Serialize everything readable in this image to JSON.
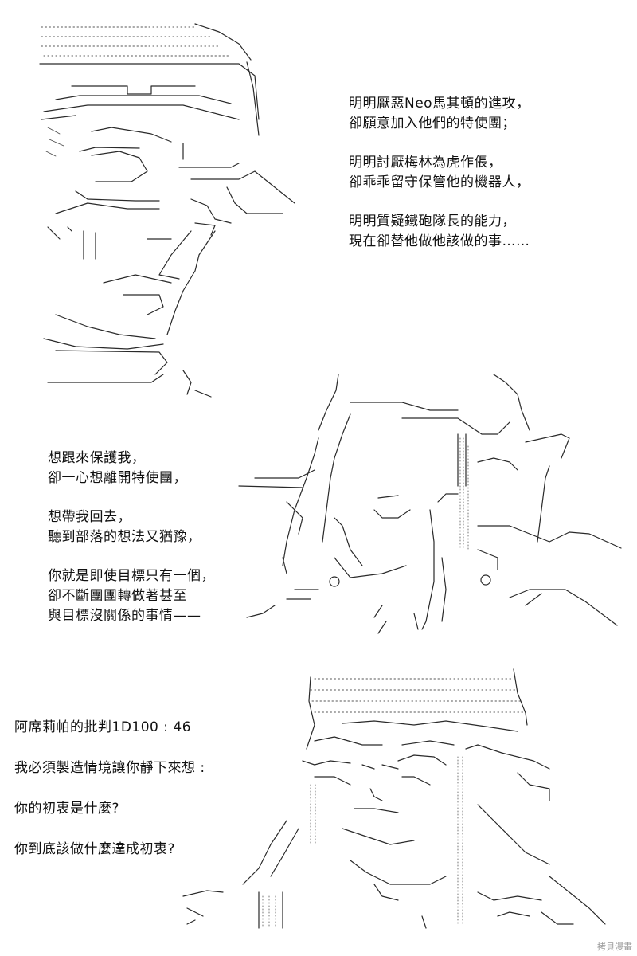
{
  "panel_1": {
    "lines": [
      "明明厭惡Neo馬其頓的進攻，",
      "卻願意加入他們的特使團；",
      "明明討厭梅林為虎作倀，",
      "卻乖乖留守保管他的機器人，",
      "明明質疑鐵砲隊長的能力，",
      "現在卻替他做他該做的事……"
    ]
  },
  "panel_2": {
    "lines": [
      "想跟來保護我，",
      "卻一心想離開特使團，",
      "想帶我回去，",
      "聽到部落的想法又猶豫，",
      "你就是即使目標只有一個，",
      "卻不斷團團轉做著甚至",
      "與目標沒關係的事情——"
    ]
  },
  "panel_3": {
    "judgement": "阿席莉帕的批判1D100 : 46",
    "lines": [
      "我必須製造情境讓你靜下來想 :",
      "你的初衷是什麼?",
      "你到底該做什麼達成初衷?"
    ]
  },
  "watermark": "拷貝漫畫"
}
